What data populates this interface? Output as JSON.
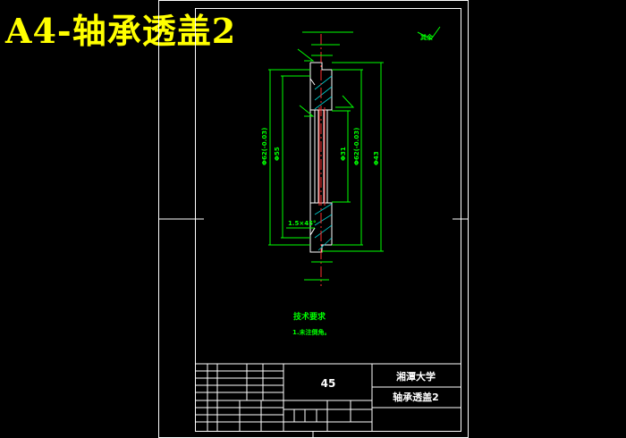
{
  "title": "A4-轴承透盖2",
  "drawing": {
    "tech_req_heading": "技术要求",
    "tech_req_item": "1.未注倒角。",
    "roughness_note": "其余"
  },
  "title_block": {
    "material": "45",
    "school": "湘潭大学",
    "part_name": "轴承透盖2"
  },
  "colors": {
    "frame": "#ffffff",
    "dimensions": "#00ff00",
    "title": "#ffff00",
    "hatch": "#00cccc",
    "centerline": "#ff3030"
  }
}
